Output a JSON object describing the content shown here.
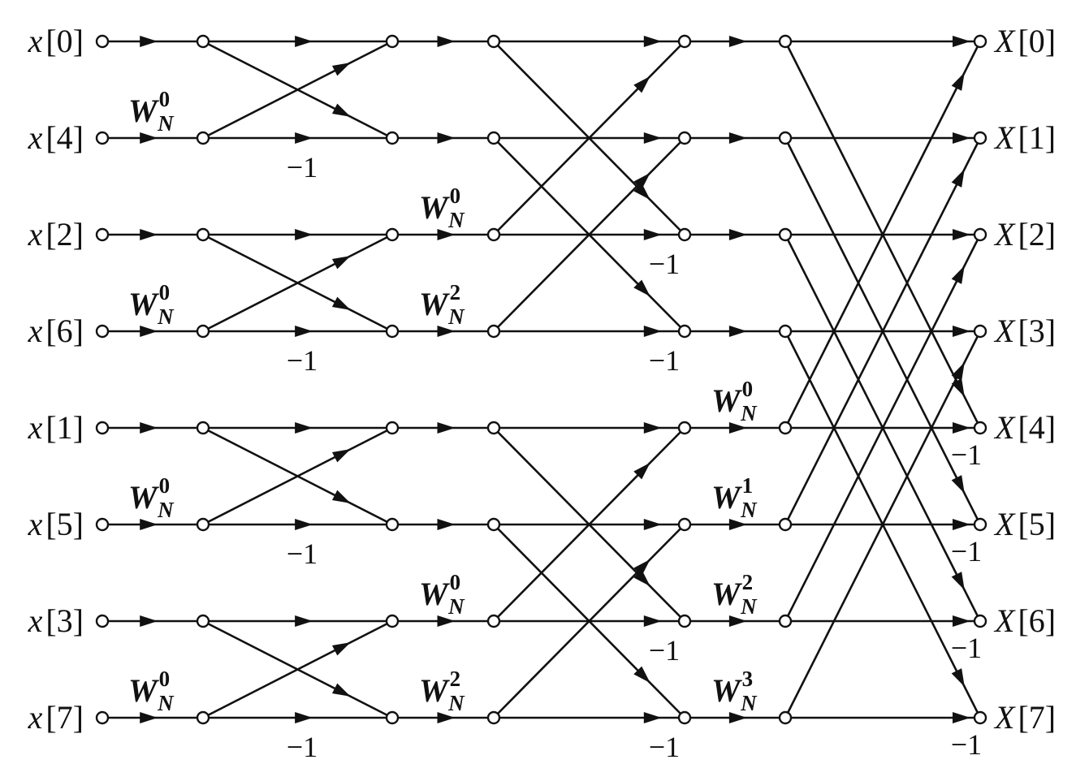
{
  "inputs": [
    {
      "symbol": "x",
      "index": "0"
    },
    {
      "symbol": "x",
      "index": "4"
    },
    {
      "symbol": "x",
      "index": "2"
    },
    {
      "symbol": "x",
      "index": "6"
    },
    {
      "symbol": "x",
      "index": "1"
    },
    {
      "symbol": "x",
      "index": "5"
    },
    {
      "symbol": "x",
      "index": "3"
    },
    {
      "symbol": "x",
      "index": "7"
    }
  ],
  "outputs": [
    {
      "symbol": "X",
      "index": "0"
    },
    {
      "symbol": "X",
      "index": "1"
    },
    {
      "symbol": "X",
      "index": "2"
    },
    {
      "symbol": "X",
      "index": "3"
    },
    {
      "symbol": "X",
      "index": "4"
    },
    {
      "symbol": "X",
      "index": "5"
    },
    {
      "symbol": "X",
      "index": "6"
    },
    {
      "symbol": "X",
      "index": "7"
    }
  ],
  "twiddle_base": "W",
  "twiddle_subscript": "N",
  "negation_label": "−1",
  "stages": [
    {
      "name": "stage-1",
      "twiddles": [
        {
          "row": 1,
          "exponent": "0"
        },
        {
          "row": 3,
          "exponent": "0"
        },
        {
          "row": 5,
          "exponent": "0"
        },
        {
          "row": 7,
          "exponent": "0"
        }
      ],
      "negations": [
        1,
        3,
        5,
        7
      ]
    },
    {
      "name": "stage-2",
      "twiddles": [
        {
          "row": 2,
          "exponent": "0"
        },
        {
          "row": 3,
          "exponent": "2"
        },
        {
          "row": 6,
          "exponent": "0"
        },
        {
          "row": 7,
          "exponent": "2"
        }
      ],
      "negations": [
        2,
        3,
        6,
        7
      ]
    },
    {
      "name": "stage-3",
      "twiddles": [
        {
          "row": 4,
          "exponent": "0"
        },
        {
          "row": 5,
          "exponent": "1"
        },
        {
          "row": 6,
          "exponent": "2"
        },
        {
          "row": 7,
          "exponent": "3"
        }
      ],
      "negations": [
        4,
        5,
        6,
        7
      ]
    }
  ]
}
